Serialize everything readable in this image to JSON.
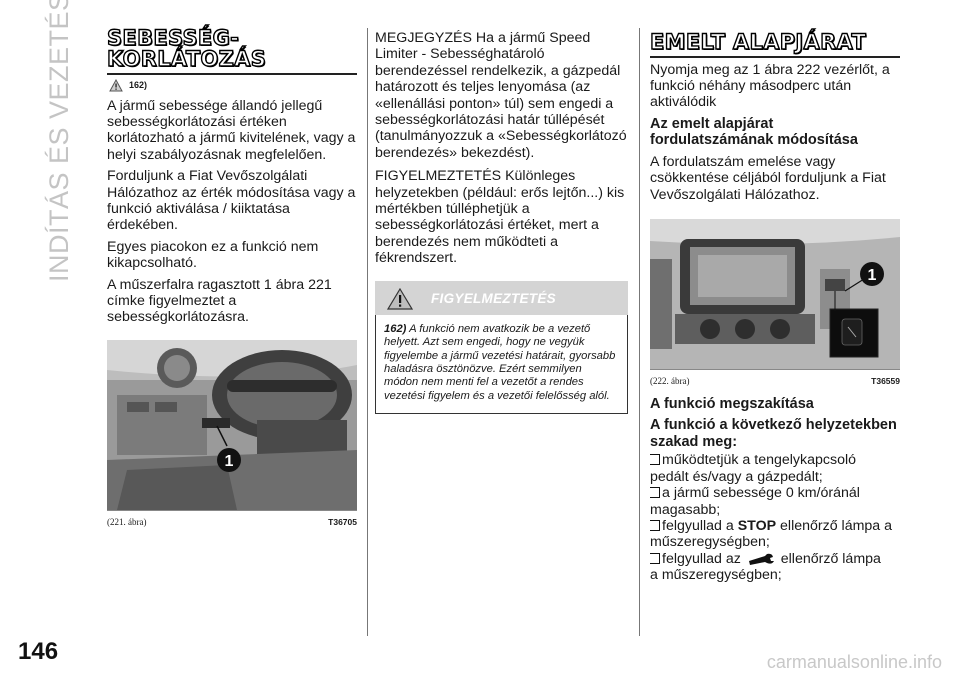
{
  "chapter_side": "INDÍTÁS ÉS VEZETÉS",
  "page_number": "146",
  "watermark": "carmanualsonline.info",
  "col1": {
    "heading_line1": "SEBESSÉG-",
    "heading_line2": "KORLÁTOZÁS",
    "warning_ref": "162)",
    "para1": "A jármű sebessége állandó jellegű sebességkorlátozási értéken korlátozható a jármű kivitelének, vagy a helyi szabályozásnak megfelelően.",
    "para2": "Forduljunk a Fiat Vevőszolgálati Hálózathoz az érték módosítása vagy a funkció aktiválása / kiiktatása érdekében.",
    "para3": "Egyes piacokon ez a funkció nem kikapcsolható.",
    "para4": "A műszerfalra ragasztott 1 ábra 221 címke figyelmeztet a sebességkorlátozásra.",
    "figure_label": "1",
    "caption": "(221. ábra)",
    "caption_code": "T36705"
  },
  "col2": {
    "para1": "MEGJEGYZÉS Ha a jármű Speed Limiter - Sebességhatároló berendezéssel rendelkezik, a gázpedál határozott és teljes lenyomása (az «ellenállási ponton» túl) sem engedi a sebességkorlátozási határ túllépését (tanulmányozzuk a «Sebességkorlátozó berendezés» bekezdést).",
    "para2": "FIGYELMEZTETÉS Különleges helyzetekben (például: erős lejtőn...) kis mértékben túlléphetjük a sebességkorlátozási értéket, mert a berendezés nem működteti a fékrendszert.",
    "warn_title": "FIGYELMEZTETÉS",
    "warn_num": "162)",
    "warn_text": "A funkció nem avatkozik be a vezető helyett. Azt sem engedi, hogy ne vegyük figyelembe a jármű vezetési határait, gyorsabb haladásra ösztönözve. Ezért semmilyen módon nem menti fel a vezetőt a rendes vezetési figyelem és a vezetői felelősség alól."
  },
  "col3": {
    "heading": "EMELT ALAPJÁRAT",
    "para1": "Nyomja meg az 1 ábra 222 vezérlőt, a funkció néhány másodperc után aktiválódik",
    "sub1": "Az emelt alapjárat fordulatszámának módosítása",
    "para2": "A fordulatszám emelése vagy csökkentése céljából forduljunk a Fiat Vevőszolgálati Hálózathoz.",
    "figure_label": "1",
    "caption": "(222. ábra)",
    "caption_code": "T36559",
    "sub2": "A funkció megszakítása",
    "sub3": "A funkció a következő helyzetekben szakad meg:",
    "b1a": "működtetjük a tengelykapcsoló",
    "b1b": "pedált és/vagy a gázpedált;",
    "b2a": "a jármű sebessége 0 km/óránál",
    "b2b": "magasabb;",
    "b3a": "felgyullad a ",
    "b3bold": "STOP",
    "b3c": " ellenőrző lámpa a",
    "b3d": "műszeregységben;",
    "b4a": "felgyullad az ",
    "b4c": " ellenőrző lámpa",
    "b4d": "a műszeregységben;"
  }
}
